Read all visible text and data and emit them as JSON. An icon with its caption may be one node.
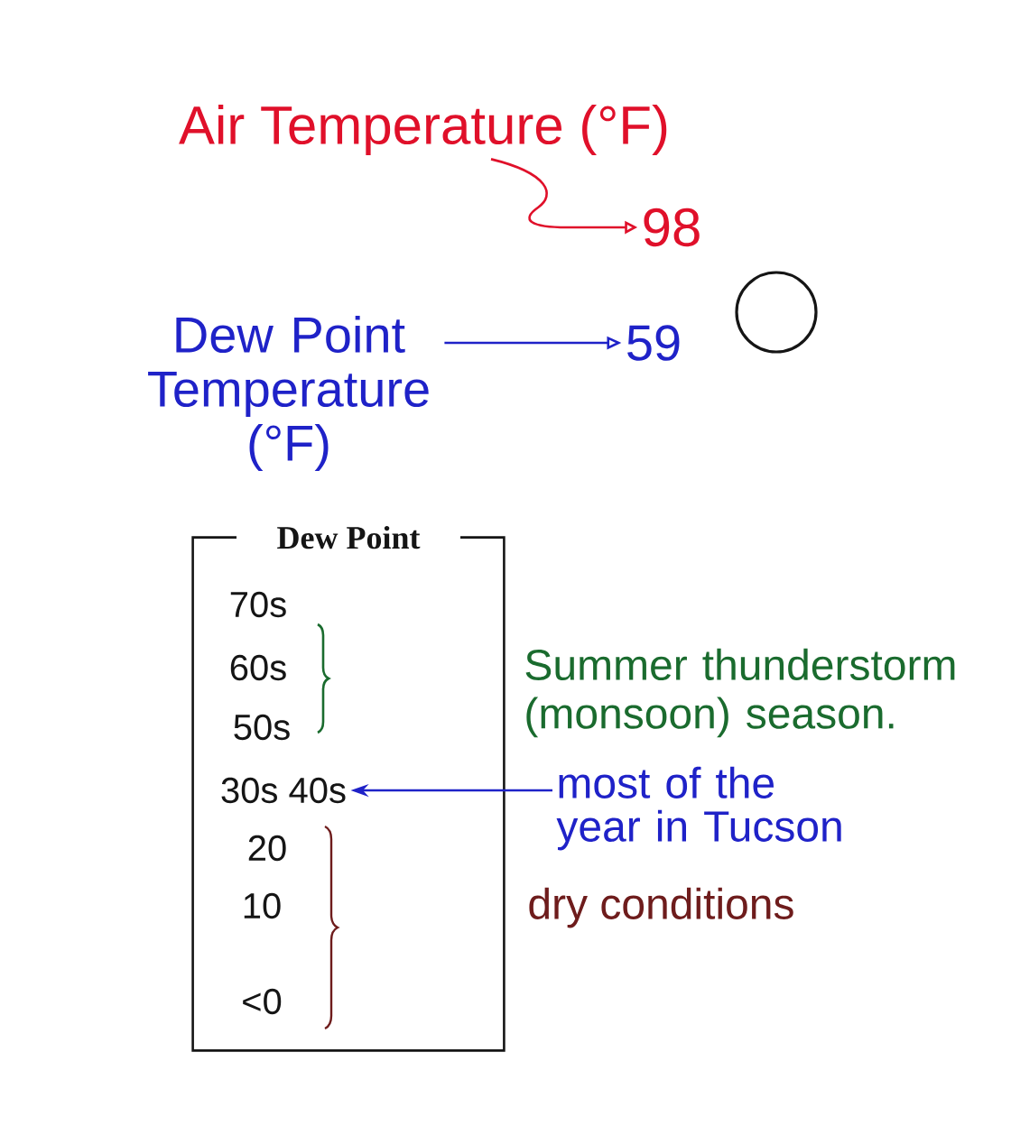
{
  "diagram": {
    "nodes": [
      {
        "text": [
          "Air Temperature (°F)"
        ]
      },
      {
        "text": [
          "98"
        ]
      },
      {
        "text": [
          "Dew Point Temperature (°F)"
        ]
      },
      {
        "text": [
          "59"
        ]
      },
      {
        "text": [],
        "shape": "circle"
      },
      {
        "text": [
          "Dew Point"
        ]
      },
      {
        "text": [
          "30s 40s"
        ],
        "in": 5
      },
      {
        "text": [
          "most of the year in Tucson"
        ]
      }
    ],
    "edges": [
      {
        "from": 0,
        "to": 1,
        "arrow": "to",
        "color": "#e0102a"
      },
      {
        "from": 2,
        "to": 3,
        "arrow": "to"
      },
      {
        "from": 7,
        "to": 6,
        "arrow": "to"
      }
    ],
    "labels": [
      "70s",
      "60s",
      "50s",
      "Summer thunderstorm (monsoon) season.",
      "20",
      "10",
      "<0",
      "dry conditions"
    ]
  }
}
